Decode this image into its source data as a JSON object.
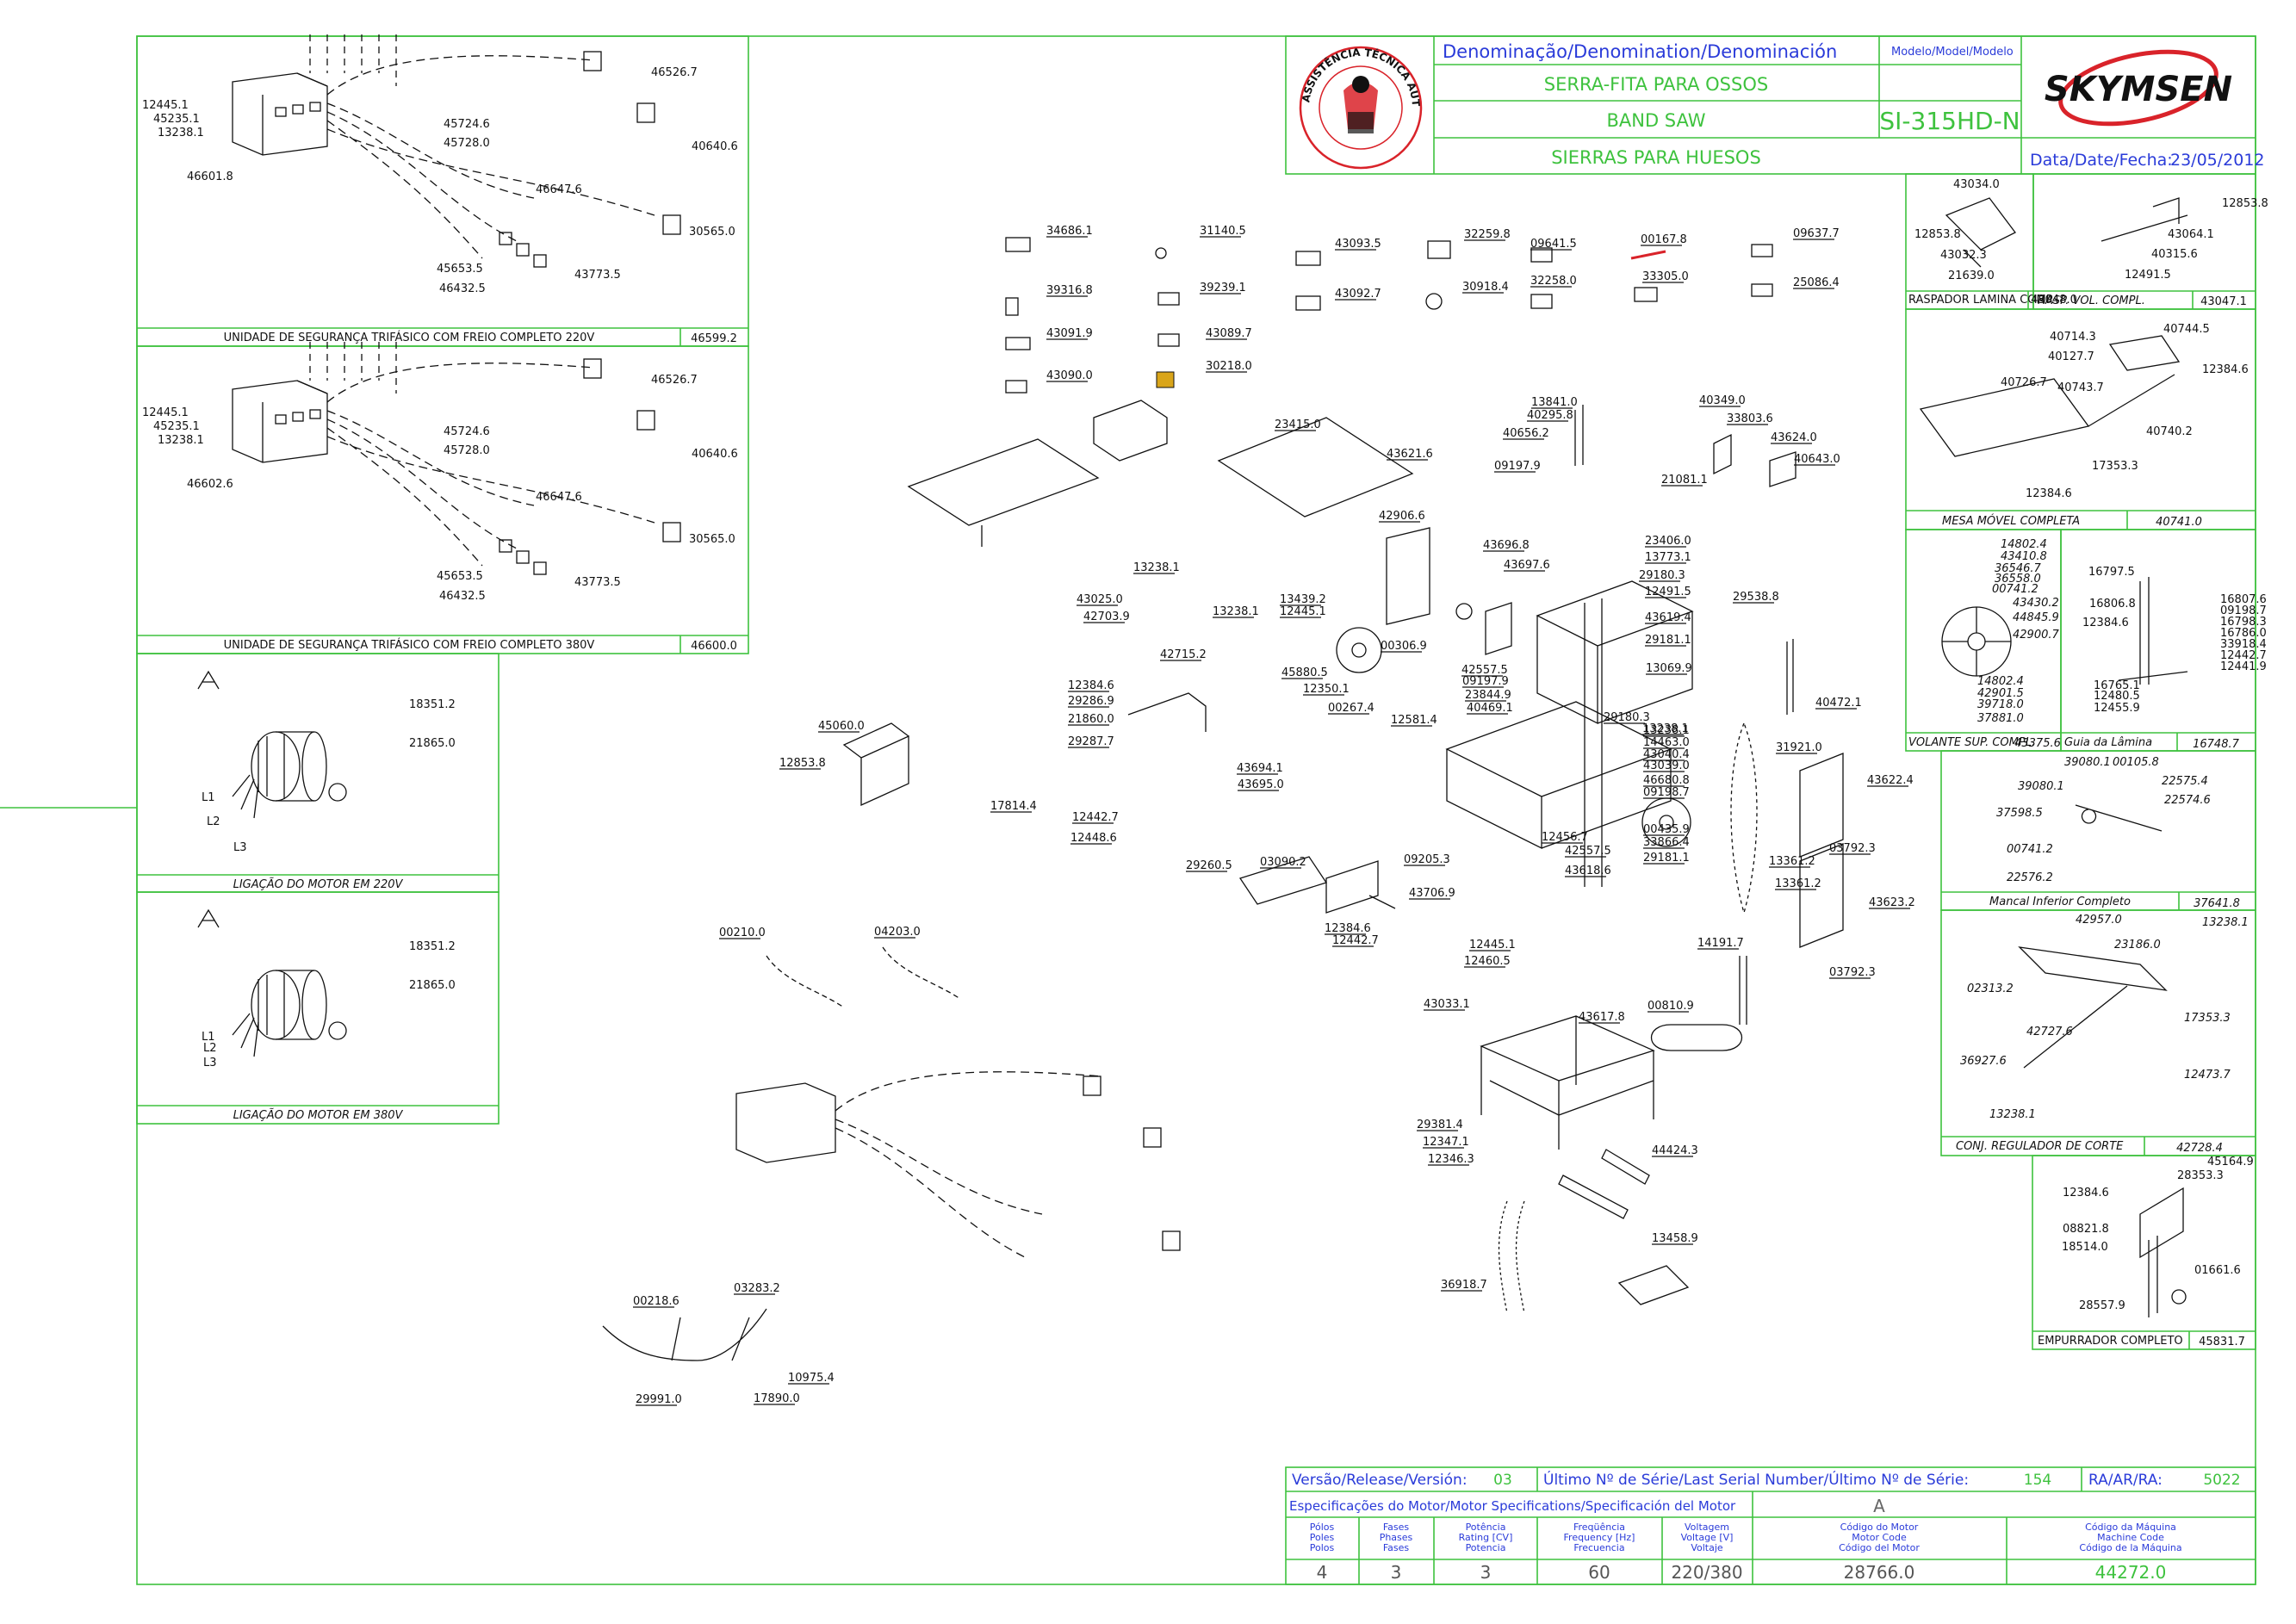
{
  "title_block": {
    "denomination_label": "Denominação/Denomination/Denominación",
    "name_pt": "SERRA-FITA PARA OSSOS",
    "name_en": "BAND SAW",
    "name_es": "SIERRAS PARA HUESOS",
    "model_label": "Modelo/Model/Modelo",
    "model": "SI-315HD-N",
    "brand": "SKYMSEN",
    "date_label": "Data/Date/Fecha:",
    "date": "23/05/2012"
  },
  "footer": {
    "version_label": "Versão/Release/Versión:",
    "version": "03",
    "serial_label": "Último Nº de Série/Last Serial Number/Último Nº de Série:",
    "serial": "154",
    "ra_label": "RA/AR/RA:",
    "ra": "5022",
    "motor_spec_label": "Especificações do Motor/Motor Specifications/Specificación del Motor",
    "motor_letter": "A",
    "headers": [
      [
        "Pólos",
        "Poles",
        "Polos"
      ],
      [
        "Fases",
        "Phases",
        "Fases"
      ],
      [
        "Potência",
        "Rating [CV]",
        "Potencia"
      ],
      [
        "Freqüência",
        "Frequency [Hz]",
        "Frecuencia"
      ],
      [
        "Voltagem",
        "Voltage [V]",
        "Voltaje"
      ],
      [
        "Código do Motor",
        "Motor Code",
        "Código del Motor"
      ],
      [
        "Código da Máquina",
        "Machine Code",
        "Código de la Máquina"
      ]
    ],
    "values": [
      "4",
      "3",
      "3",
      "60",
      "220/380",
      "28766.0",
      "44272.0"
    ]
  },
  "left_panels": {
    "p1": {
      "title": "UNIDADE DE SEGURANÇA TRIFÁSICO COM FREIO COMPLETO 220V",
      "code": "46599.2",
      "labels": [
        "12445.1",
        "45235.1",
        "13238.1",
        "46601.8",
        "46526.7",
        "45724.6",
        "45728.0",
        "40640.6",
        "46647.6",
        "30565.0",
        "45653.5",
        "46432.5",
        "43773.5"
      ]
    },
    "p2": {
      "title": "UNIDADE DE SEGURANÇA TRIFÁSICO COM FREIO COMPLETO 380V",
      "code": "46600.0",
      "labels": [
        "12445.1",
        "45235.1",
        "13238.1",
        "46602.6",
        "46526.7",
        "45724.6",
        "45728.0",
        "40640.6",
        "46647.6",
        "30565.0",
        "45653.5",
        "46432.5",
        "43773.5"
      ]
    },
    "p3": {
      "title": "LIGAÇÃO DO MOTOR EM 220V",
      "letter": "A",
      "labels": [
        "18351.2",
        "21865.0",
        "L1",
        "L2",
        "L3"
      ]
    },
    "p4": {
      "title": "LIGAÇÃO DO MOTOR EM 380V",
      "letter": "A",
      "labels": [
        "18351.2",
        "21865.0",
        "L1",
        "L2",
        "L3"
      ]
    }
  },
  "right_panels": {
    "raspador": {
      "title": "RASPADOR LAMINA COMP.",
      "code": "43048.0",
      "labels": [
        "43034.0",
        "12853.8",
        "43032.3",
        "21639.0"
      ]
    },
    "rasp_vol": {
      "title": "RASP. VOL. COMPL.",
      "code": "43047.1",
      "labels": [
        "12853.8",
        "43064.1",
        "40315.6",
        "12491.5"
      ]
    },
    "mesa": {
      "title": "MESA MÓVEL COMPLETA",
      "code": "40741.0",
      "labels": [
        "40714.3",
        "40744.5",
        "40127.7",
        "12384.6",
        "40726.7",
        "40743.7",
        "40740.2",
        "17353.3",
        "12384.6"
      ]
    },
    "volante": {
      "title": "VOLANTE SUP. COMPL.",
      "code": "43375.6",
      "labels": [
        "14802.4",
        "43410.8",
        "36546.7",
        "36558.0",
        "00741.2",
        "43430.2",
        "44845.9",
        "42900.7",
        "14802.4",
        "42901.5",
        "39718.0",
        "37881.0"
      ]
    },
    "guia": {
      "title": "Guia da Lâmina",
      "code": "16748.7",
      "labels": [
        "16797.5",
        "16806.8",
        "12384.6",
        "16807.6",
        "09198.7",
        "16798.3",
        "16786.0",
        "33918.4",
        "12442.7",
        "12441.9",
        "16765.1",
        "12480.5",
        "12455.9"
      ]
    },
    "mancal": {
      "title": "Mancal Inferior Completo",
      "code": "37641.8",
      "labels": [
        "39080.1",
        "00105.8",
        "22575.4",
        "39080.1",
        "22574.6",
        "37598.5",
        "00741.2",
        "22576.2"
      ]
    },
    "regulador": {
      "title": "CONJ. REGULADOR DE CORTE",
      "code": "42728.4",
      "labels": [
        "42957.0",
        "13238.1",
        "23186.0",
        "02313.2",
        "17353.3",
        "42727.6",
        "36927.6",
        "12473.7",
        "13238.1"
      ]
    },
    "empurrador": {
      "title": "EMPURRADOR COMPLETO",
      "code": "45831.7",
      "labels": [
        "45164.9",
        "28353.3",
        "12384.6",
        "08821.8",
        "18514.0",
        "01661.6",
        "28557.9"
      ]
    }
  },
  "main_labels": [
    "34686.1",
    "31140.5",
    "43093.5",
    "32259.8",
    "09641.5",
    "00167.8",
    "09637.7",
    "39316.8",
    "39239.1",
    "43092.7",
    "30918.4",
    "32258.0",
    "33305.0",
    "25086.4",
    "43091.9",
    "43089.7",
    "43090.0",
    "30218.0",
    "23415.0",
    "43621.6",
    "13841.0",
    "40295.8",
    "40656.2",
    "09197.9",
    "40349.0",
    "33803.6",
    "43624.0",
    "40643.0",
    "21081.1",
    "42906.6",
    "43696.8",
    "43697.6",
    "23406.0",
    "13773.1",
    "29180.3",
    "12491.5",
    "13238.1",
    "43025.0",
    "42703.9",
    "13238.1",
    "13439.2",
    "12445.1",
    "43619.4",
    "29181.1",
    "00306.9",
    "42715.2",
    "45880.5",
    "12350.1",
    "00267.4",
    "12581.4",
    "42557.5",
    "09197.9",
    "23844.9",
    "40469.1",
    "13069.9",
    "29538.8",
    "40472.1",
    "12384.6",
    "29286.9",
    "21860.0",
    "29287.7",
    "45060.0",
    "12853.8",
    "17814.4",
    "12442.7",
    "12448.6",
    "43694.1",
    "43695.0",
    "13238.1",
    "29180.3",
    "13238.1",
    "14463.0",
    "43040.4",
    "43039.0",
    "46680.8",
    "09198.7",
    "31921.0",
    "43622.4",
    "00435.9",
    "33866.4",
    "12456.7",
    "42557.5",
    "29181.1",
    "09205.3",
    "43618.6",
    "13361.2",
    "03792.3",
    "13361.2",
    "43623.2",
    "03792.3",
    "29260.5",
    "03090.2",
    "43706.9",
    "12384.6",
    "12442.7",
    "00210.0",
    "04203.0",
    "14191.7",
    "12445.1",
    "12460.5",
    "43033.1",
    "00810.9",
    "43617.8",
    "29381.4",
    "12347.1",
    "12346.3",
    "44424.3",
    "13458.9",
    "36918.7",
    "03283.2",
    "00218.6",
    "10975.4",
    "29991.0",
    "17890.0"
  ],
  "colors": {
    "frame": "#3ec23e",
    "blue_text": "#2a3bd9",
    "logo_red": "#d9232a",
    "ink": "#111111"
  }
}
